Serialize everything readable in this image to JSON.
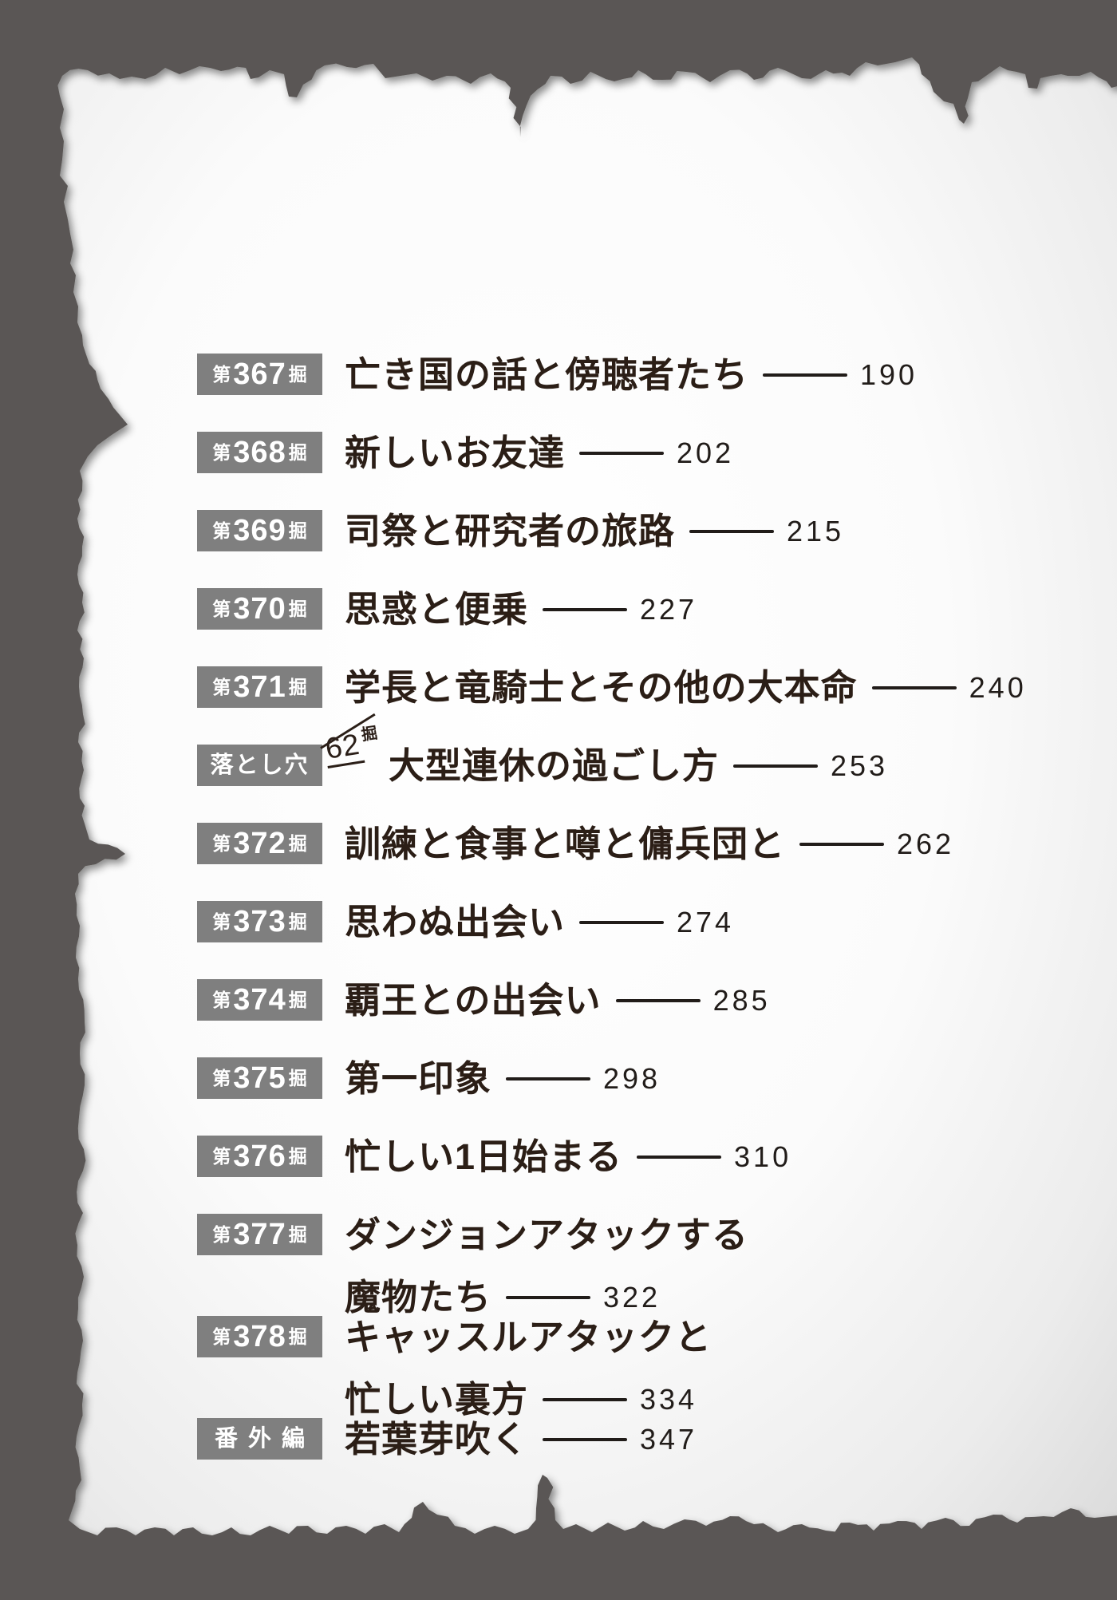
{
  "page": {
    "kind": "manga table of contents (torn paper page)",
    "colors": {
      "background": "#5a5754",
      "paper": "#ffffff",
      "paper_edge": "#d9d9d9",
      "badge_bg": "#7f7f7f",
      "badge_text": "#ffffff",
      "title_text": "#2b1e16",
      "page_number_text": "#211c19"
    }
  },
  "toc": {
    "entries": [
      {
        "type": "chapter",
        "badge": {
          "prefix": "第",
          "number": "367",
          "suffix": "掘"
        },
        "title_lines": [
          "亡き国の話と傍聴者たち"
        ],
        "page": "190"
      },
      {
        "type": "chapter",
        "badge": {
          "prefix": "第",
          "number": "368",
          "suffix": "掘"
        },
        "title_lines": [
          "新しいお友達"
        ],
        "page": "202"
      },
      {
        "type": "chapter",
        "badge": {
          "prefix": "第",
          "number": "369",
          "suffix": "掘"
        },
        "title_lines": [
          "司祭と研究者の旅路"
        ],
        "page": "215"
      },
      {
        "type": "chapter",
        "badge": {
          "prefix": "第",
          "number": "370",
          "suffix": "掘"
        },
        "title_lines": [
          "思惑と便乗"
        ],
        "page": "227"
      },
      {
        "type": "chapter",
        "badge": {
          "prefix": "第",
          "number": "371",
          "suffix": "掘"
        },
        "title_lines": [
          "学長と竜騎士とその他の大本命"
        ],
        "page": "240"
      },
      {
        "type": "pitfall",
        "badge": {
          "text": "落とし穴"
        },
        "annotation": {
          "number": "62",
          "suffix": "掘"
        },
        "title_lines": [
          "大型連休の過ごし方"
        ],
        "page": "253"
      },
      {
        "type": "chapter",
        "badge": {
          "prefix": "第",
          "number": "372",
          "suffix": "掘"
        },
        "title_lines": [
          "訓練と食事と噂と傭兵団と"
        ],
        "page": "262"
      },
      {
        "type": "chapter",
        "badge": {
          "prefix": "第",
          "number": "373",
          "suffix": "掘"
        },
        "title_lines": [
          "思わぬ出会い"
        ],
        "page": "274"
      },
      {
        "type": "chapter",
        "badge": {
          "prefix": "第",
          "number": "374",
          "suffix": "掘"
        },
        "title_lines": [
          "覇王との出会い"
        ],
        "page": "285"
      },
      {
        "type": "chapter",
        "badge": {
          "prefix": "第",
          "number": "375",
          "suffix": "掘"
        },
        "title_lines": [
          "第一印象"
        ],
        "page": "298"
      },
      {
        "type": "chapter",
        "badge": {
          "prefix": "第",
          "number": "376",
          "suffix": "掘"
        },
        "title_lines": [
          "忙しい1日始まる"
        ],
        "page": "310"
      },
      {
        "type": "chapter",
        "badge": {
          "prefix": "第",
          "number": "377",
          "suffix": "掘"
        },
        "title_lines": [
          "ダンジョンアタックする",
          "魔物たち"
        ],
        "page": "322"
      },
      {
        "type": "chapter",
        "badge": {
          "prefix": "第",
          "number": "378",
          "suffix": "掘"
        },
        "title_lines": [
          "キャッスルアタックと",
          "忙しい裏方"
        ],
        "page": "334"
      },
      {
        "type": "extra",
        "badge": {
          "text": "番外編"
        },
        "title_lines": [
          "若葉芽吹く"
        ],
        "page": "347"
      }
    ]
  }
}
